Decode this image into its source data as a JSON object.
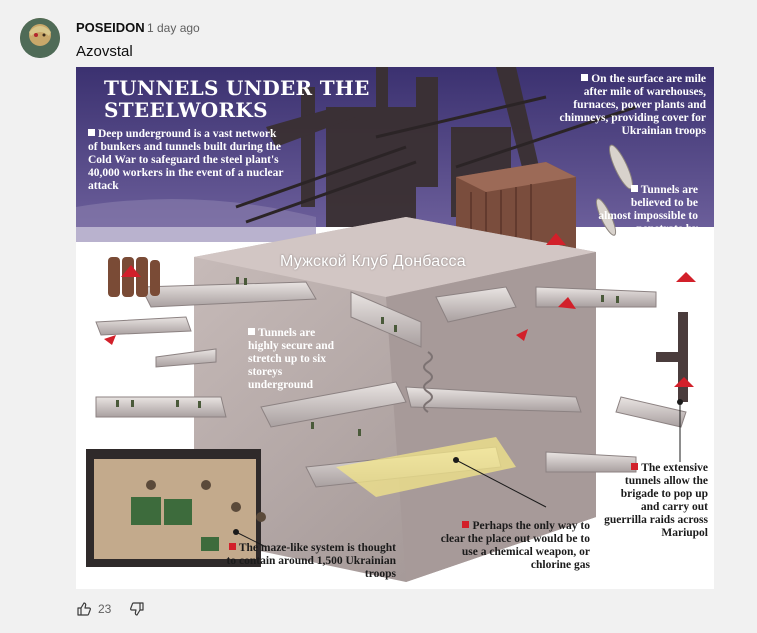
{
  "comment": {
    "author": "POSEIDON",
    "time": "1 day ago",
    "text": "Azovstal",
    "likes": "23"
  },
  "infographic": {
    "headline": [
      "TUNNELS UNDER THE",
      "STEELWORKS"
    ],
    "watermark": "Мужской Клуб Донбасса",
    "notes": {
      "deep_underground": "Deep underground is a vast network of bunkers and tunnels built during the Cold War to safeguard the steel plant's 40,000 workers in the event of a nuclear attack",
      "surface": "On the surface are mile after mile of warehouses, furnaces, power plants and chimneys, providing cover for Ukrainian troops",
      "impossible": "Tunnels are believed to be almost impossible to penetrate by bombing",
      "secure": "Tunnels are highly secure and stretch up to six storeys underground",
      "extensive": "The extensive tunnels allow the brigade to pop up and carry out guerrilla raids across Mariupol",
      "chemical": "Perhaps the only way to clear the place out would be to use a chemical weapon, or chlorine gas",
      "maze": "The maze-like system is thought to contain around 1,500 Ukrainian troops"
    }
  },
  "icons": {
    "like": "thumbs-up-icon",
    "dislike": "thumbs-down-icon"
  },
  "colors": {
    "accent_red": "#d2202a",
    "sky_purple": "#4b3f7a",
    "concrete": "#b7aaa9"
  }
}
